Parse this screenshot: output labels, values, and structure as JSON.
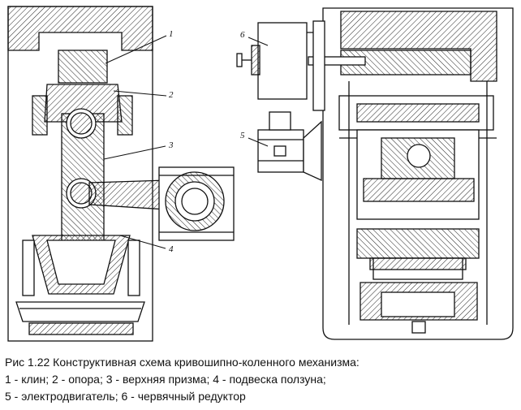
{
  "caption": {
    "line1": "Рис 1.22 Конструктивная схема кривошипно-коленного механизма:",
    "line2": "1 - клин; 2 - опора; 3 - верхняя призма; 4 - подвеска ползуна;",
    "line3": "5 - электродвигатель; 6 - червячный редуктор"
  },
  "callouts": {
    "c1": "1",
    "c2": "2",
    "c3": "3",
    "c4": "4",
    "c5": "5",
    "c6": "6"
  }
}
